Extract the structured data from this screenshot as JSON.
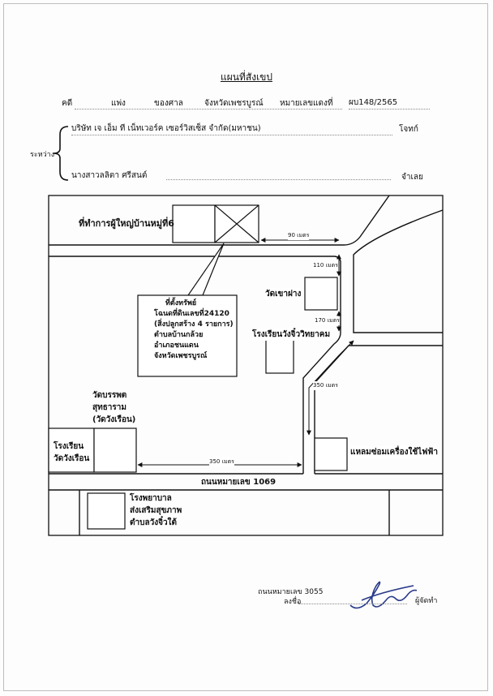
{
  "document": {
    "title": "แผนที่สังเขป",
    "case_row": {
      "case_label": "คดี",
      "case_type": "แพ่ง",
      "court_label": "ของศาล",
      "court_name": "จังหวัดเพชรบูรณ์",
      "red_number_label": "หมายเลขแดงที่",
      "red_number": "ผบ148/2565"
    },
    "parties": {
      "between_label": "ระหว่าง",
      "plaintiff": "บริษัท เจ เอ็ม ที เน็ทเวอร์ค เซอร์วิสเซ็ส จำกัด(มหาชน)",
      "plaintiff_role": "โจทก์",
      "defendant": "นางสาวลลิตา ศรีสนต์",
      "defendant_role": "จำเลย"
    }
  },
  "map": {
    "village_head_office": "ที่ทำการผู้ใหญ่บ้านหมู่ที่6",
    "dist_90": "90 เมตร",
    "dist_110": "110 เมตร",
    "dist_170": "170 เมตร",
    "dist_350_right": "350 เมตร",
    "dist_350_bottom": "350 เมตร",
    "temple_khao_nang": "วัดเขาฝาง",
    "school_wangchiu": "โรงเรียนวังจิ๋ววิทยาคม",
    "property_box": {
      "line1": "ที่ตั้งทรัพย์",
      "line2": "โฉนดที่ดินเลขที่24120",
      "line3": "(สิ่งปลูกสร้าง 4 รายการ)",
      "line4": "ตำบลบ้านกล้วย",
      "line5": "อำเภอชนแดน",
      "line6": "จังหวัดเพชรบูรณ์"
    },
    "temple_bunphot": {
      "line1": "วัดบรรพต",
      "line2": "สุทธาราม",
      "line3": "(วัดวังเรือน)"
    },
    "school_wangruean": {
      "line1": "โรงเรียน",
      "line2": "วัดวังเรือน"
    },
    "electric_repair": "แหลมซ่อมเครื่องใช้ไฟฟ้า",
    "highway": "ถนนหมายเลข 1069",
    "hospital": {
      "line1": "โรงพยาบาล",
      "line2": "ส่งเสริมสุขภาพ",
      "line3": "ตำบลวังจิ๋วใต้"
    }
  },
  "footer": {
    "road_note": "ถนนหมายเลข 3055",
    "sign_label": "ลงชื่อ",
    "maker_label": "ผู้จัดทำ"
  },
  "colors": {
    "ink": "#111111",
    "paper": "#fdfdfd"
  }
}
